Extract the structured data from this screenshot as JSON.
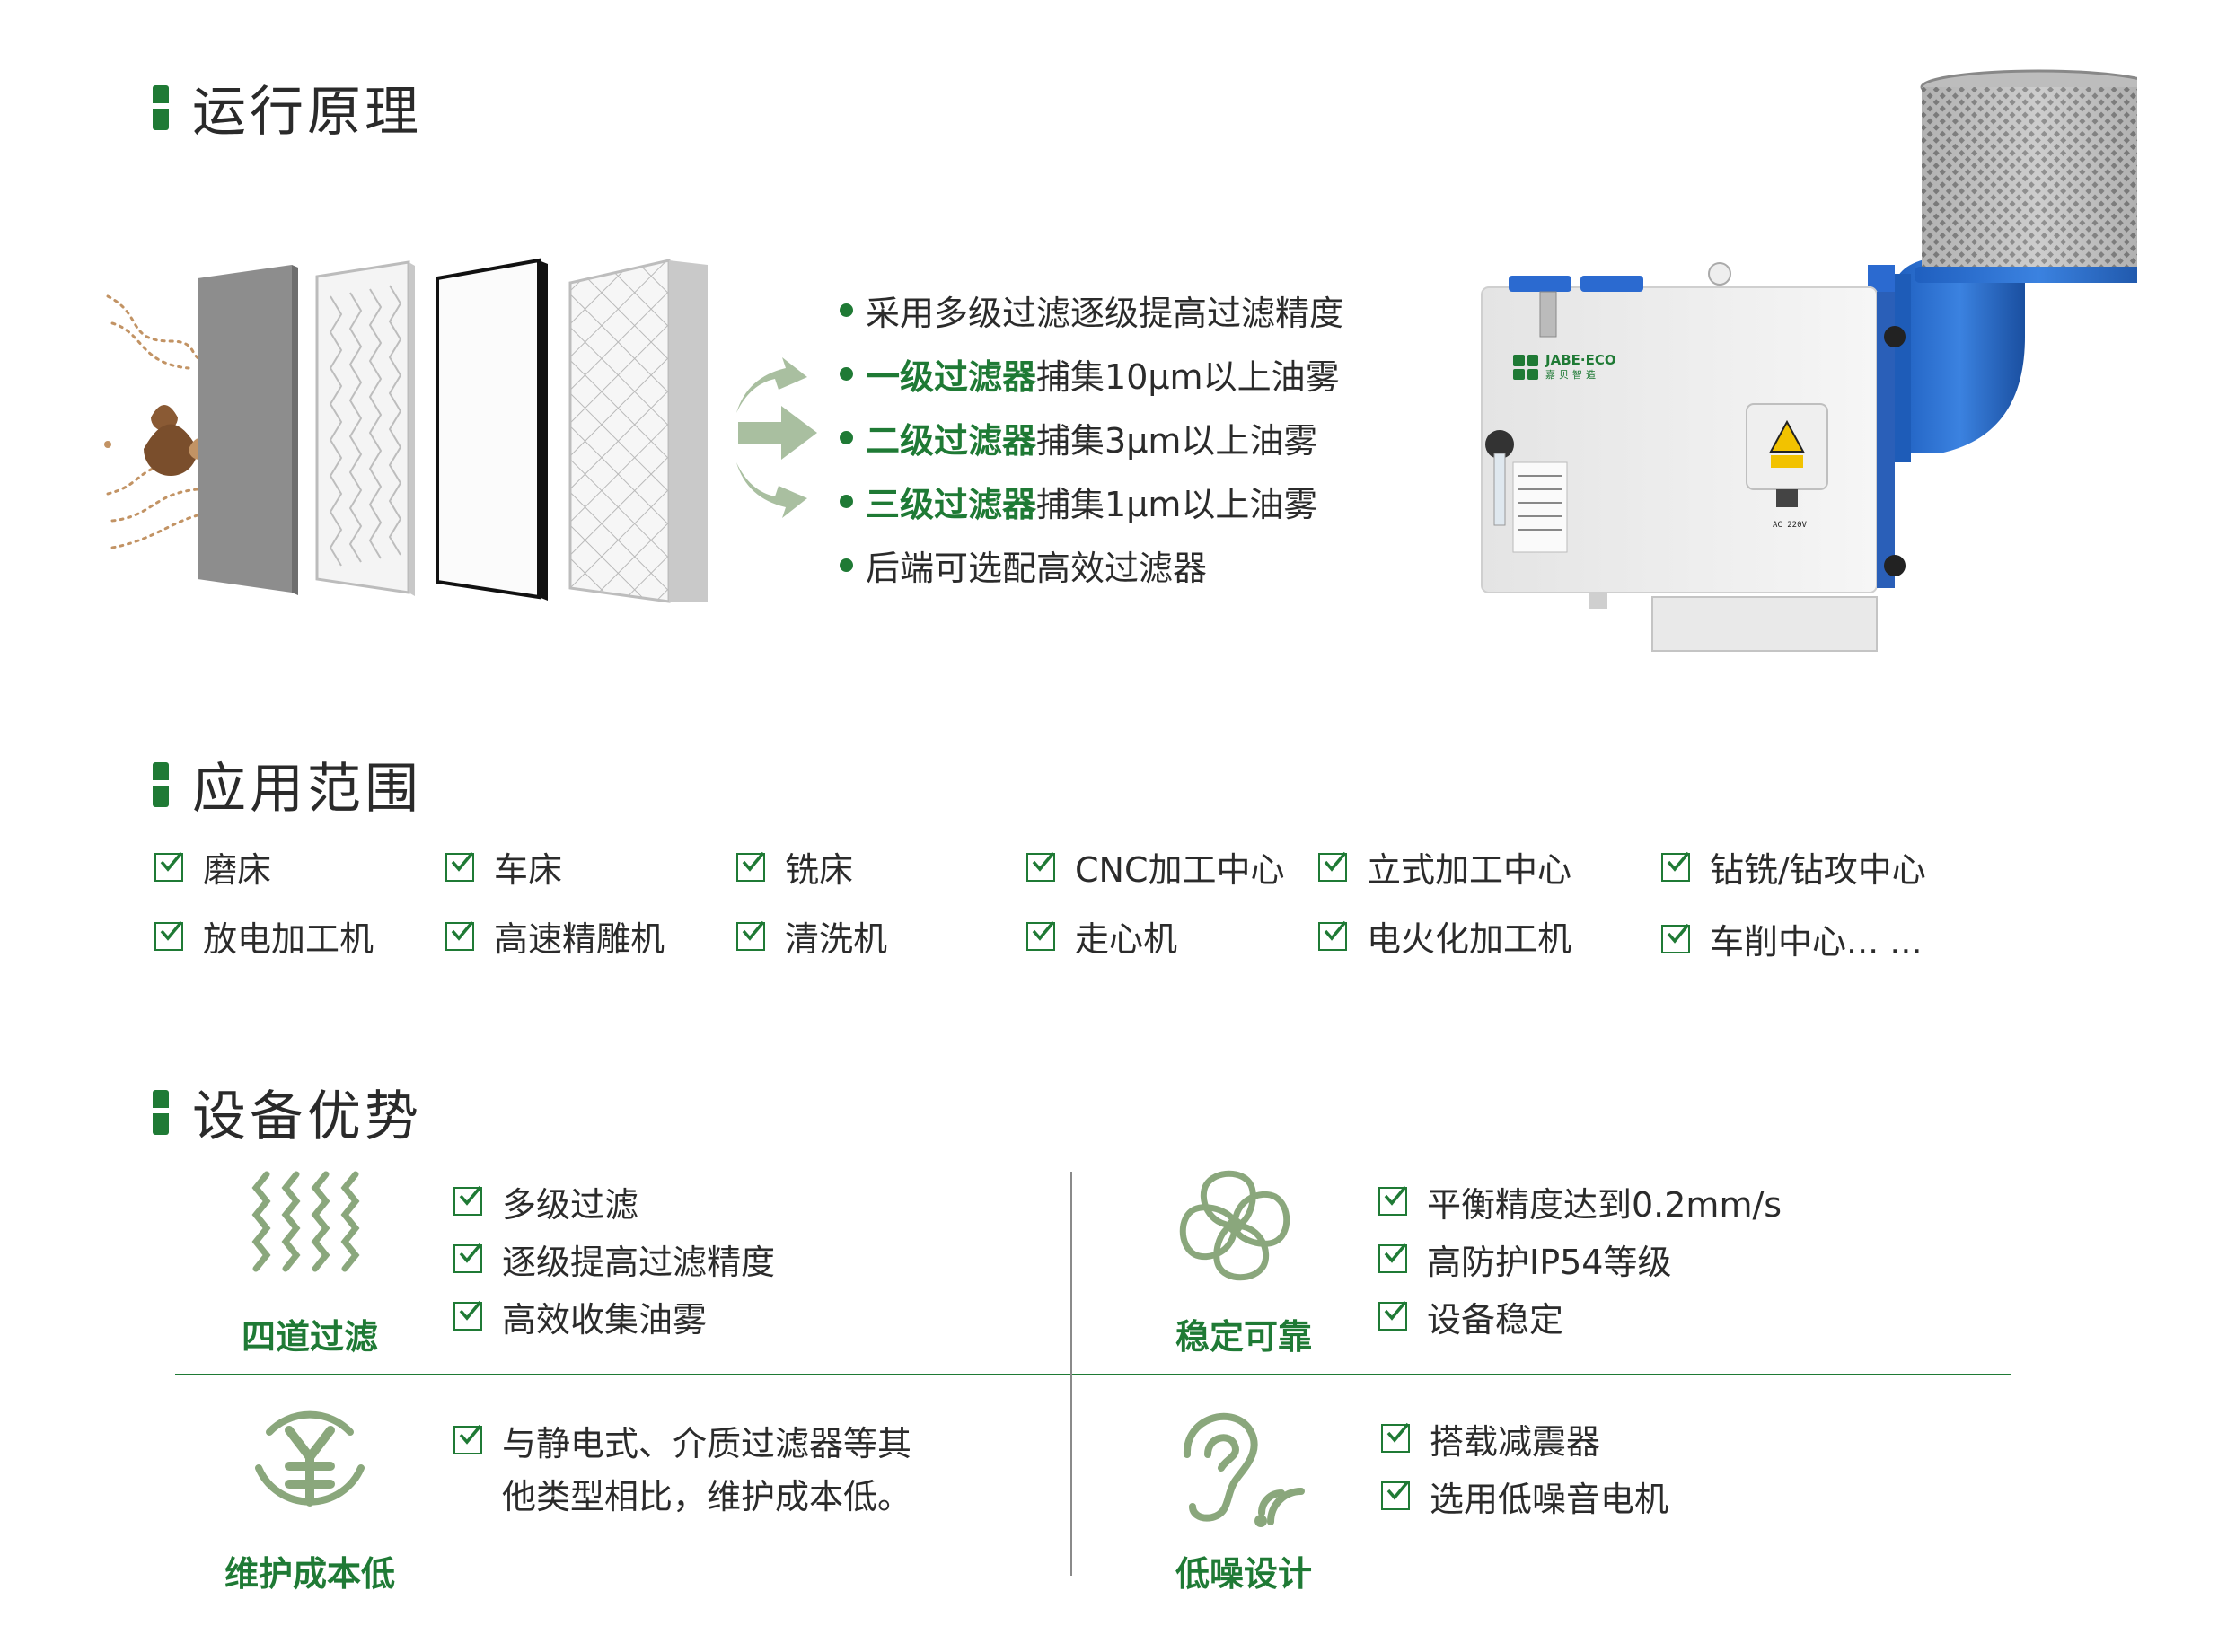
{
  "principle": {
    "title": "运行原理",
    "bullets": [
      {
        "highlight": "",
        "text": "采用多级过滤逐级提高过滤精度"
      },
      {
        "highlight": "一级过滤器",
        "text": "捕集10μm以上油雾"
      },
      {
        "highlight": "二级过滤器",
        "text": "捕集3μm以上油雾"
      },
      {
        "highlight": "三级过滤器",
        "text": "捕集1μm以上油雾"
      },
      {
        "highlight": "",
        "text": "后端可选配高效过滤器"
      }
    ],
    "brand_logo": "JABE·ECO",
    "brand_cn": "嘉贝智造",
    "warning_label": "AC 220V"
  },
  "application": {
    "title": "应用范围",
    "items": [
      "磨床",
      "车床",
      "铣床",
      "CNC加工中心",
      "立式加工中心",
      "钻铣/钻攻中心",
      "放电加工机",
      "高速精雕机",
      "清洗机",
      "走心机",
      "电火化加工机",
      "车削中心... ..."
    ]
  },
  "advantages": {
    "title": "设备优势",
    "blocks": [
      {
        "label": "四道过滤",
        "icon": "wavy-lines-icon",
        "items": [
          "多级过滤",
          "逐级提高过滤精度",
          "高效收集油雾"
        ]
      },
      {
        "label": "稳定可靠",
        "icon": "fan-icon",
        "items": [
          "平衡精度达到0.2mm/s",
          "高防护IP54等级",
          "设备稳定"
        ]
      },
      {
        "label": "维护成本低",
        "icon": "yen-icon",
        "items": [
          "与静电式、介质过滤器等其",
          "他类型相比，维护成本低。"
        ]
      },
      {
        "label": "低噪设计",
        "icon": "ear-icon",
        "items": [
          "搭载减震器",
          "选用低噪音电机"
        ]
      }
    ]
  },
  "colors": {
    "accent": "#1f7a35",
    "icon_green": "#8aa77c",
    "arrow_green": "#a9bfa0"
  }
}
